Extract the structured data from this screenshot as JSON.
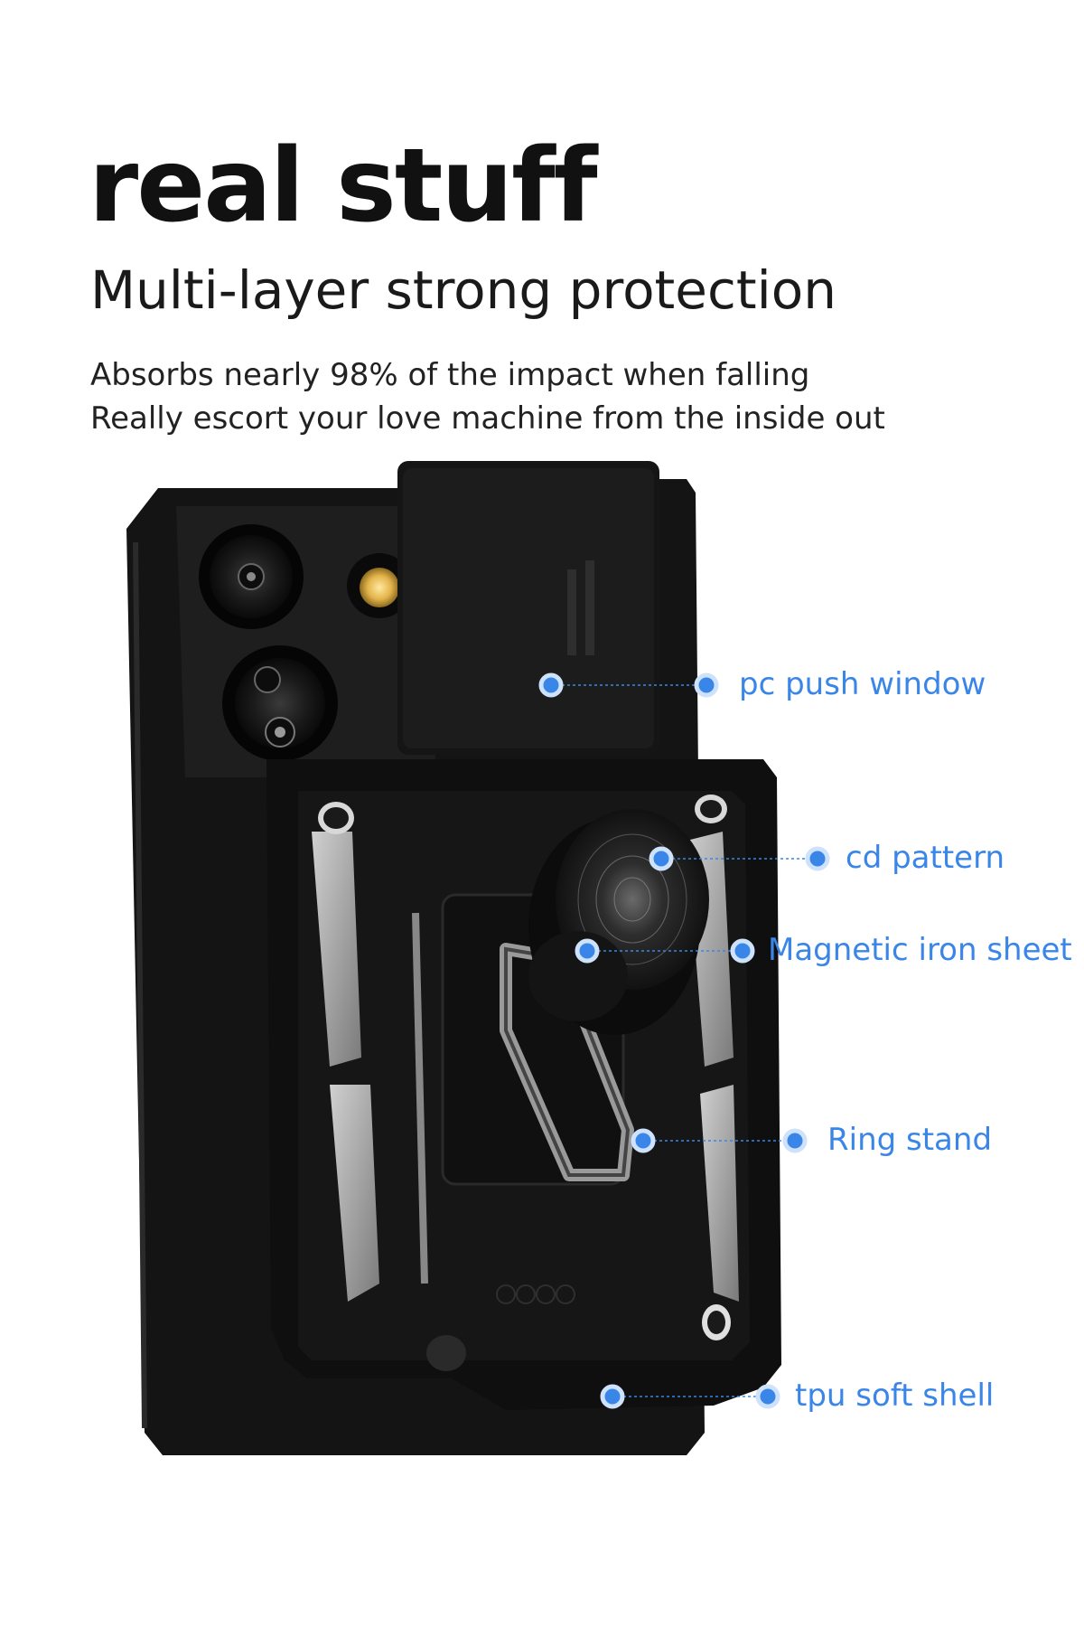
{
  "header": {
    "title": "real stuff",
    "subtitle": "Multi-layer strong protection",
    "description_lines": [
      "Absorbs nearly 98% of the impact when falling",
      "Really escort your love machine from the inside out"
    ]
  },
  "callouts": [
    {
      "id": "pc-push-window",
      "label": "pc push window"
    },
    {
      "id": "cd-pattern",
      "label": "cd pattern"
    },
    {
      "id": "magnetic-iron-sheet",
      "label": "Magnetic iron sheet"
    },
    {
      "id": "ring-stand",
      "label": "Ring stand"
    },
    {
      "id": "tpu-soft-shell",
      "label": "tpu soft shell"
    }
  ],
  "colors": {
    "accent": "#3a86e8",
    "case": "#151515",
    "silver_accent": "#a8a8a8"
  }
}
